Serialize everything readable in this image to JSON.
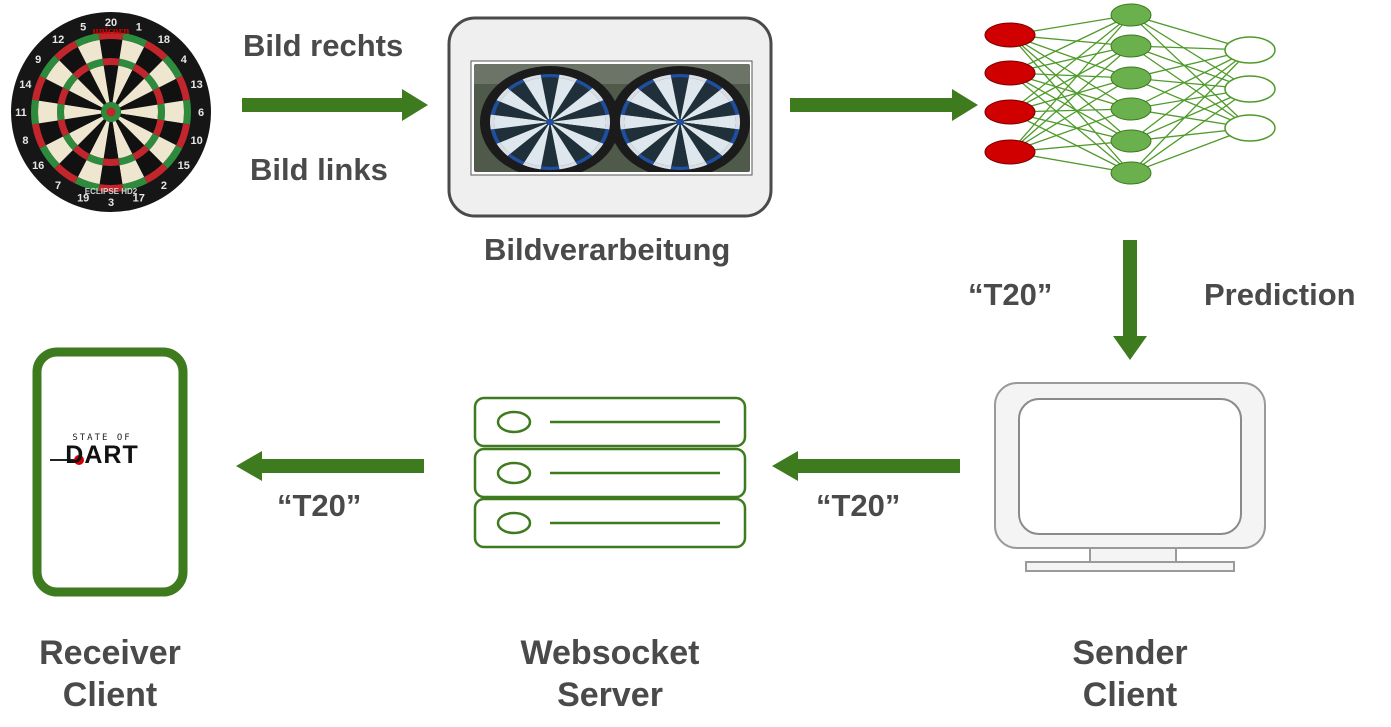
{
  "labels": {
    "bild_rechts": "Bild rechts",
    "bild_links": "Bild links",
    "bildverarbeitung": "Bildverarbeitung",
    "prediction": "Prediction",
    "t20_prediction": "“T20”",
    "t20_sender": "“T20”",
    "t20_receiver": "“T20”",
    "receiver_client": [
      "Receiver",
      "Client"
    ],
    "websocket_server": [
      "Websocket",
      "Server"
    ],
    "sender_client": [
      "Sender",
      "Client"
    ]
  },
  "dartboard": {
    "brand": "unicorn",
    "model": "ECLIPSE HD2",
    "numbers": [
      "20",
      "1",
      "18",
      "4",
      "13",
      "6",
      "10",
      "15",
      "2",
      "17",
      "3",
      "19",
      "7",
      "16",
      "8",
      "11",
      "14",
      "9",
      "12",
      "5"
    ]
  },
  "app_logo": {
    "top": "STATE OF",
    "main": "DART"
  },
  "neural_network": {
    "input_nodes": 4,
    "hidden_nodes": 6,
    "output_nodes": 3
  },
  "colors": {
    "arrow_green": "#3e7a1e",
    "node_green": "#6ab04c",
    "node_red": "#d10000",
    "text_gray": "#4a4a4a"
  }
}
